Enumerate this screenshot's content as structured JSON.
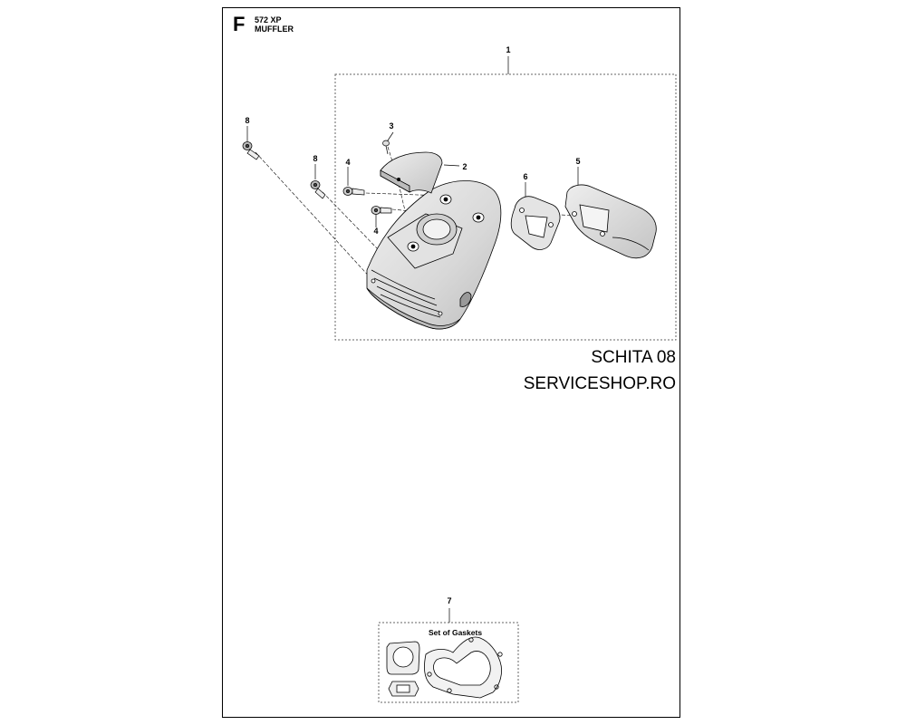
{
  "header": {
    "section_letter": "F",
    "model": "572 XP",
    "title": "MUFFLER"
  },
  "watermark": {
    "line1": "SCHITA 08",
    "line2": "SERVICESHOP.RO"
  },
  "callouts": {
    "c1": "1",
    "c2": "2",
    "c3": "3",
    "c4a": "4",
    "c4b": "4",
    "c5": "5",
    "c6": "6",
    "c7": "7",
    "c8a": "8",
    "c8b": "8"
  },
  "gasket_kit": {
    "title": "Set of Gaskets"
  },
  "colors": {
    "line": "#000000",
    "fill_light": "#e6e6e6",
    "fill_mid": "#cfcfcf",
    "dashed_box": "#666666"
  }
}
